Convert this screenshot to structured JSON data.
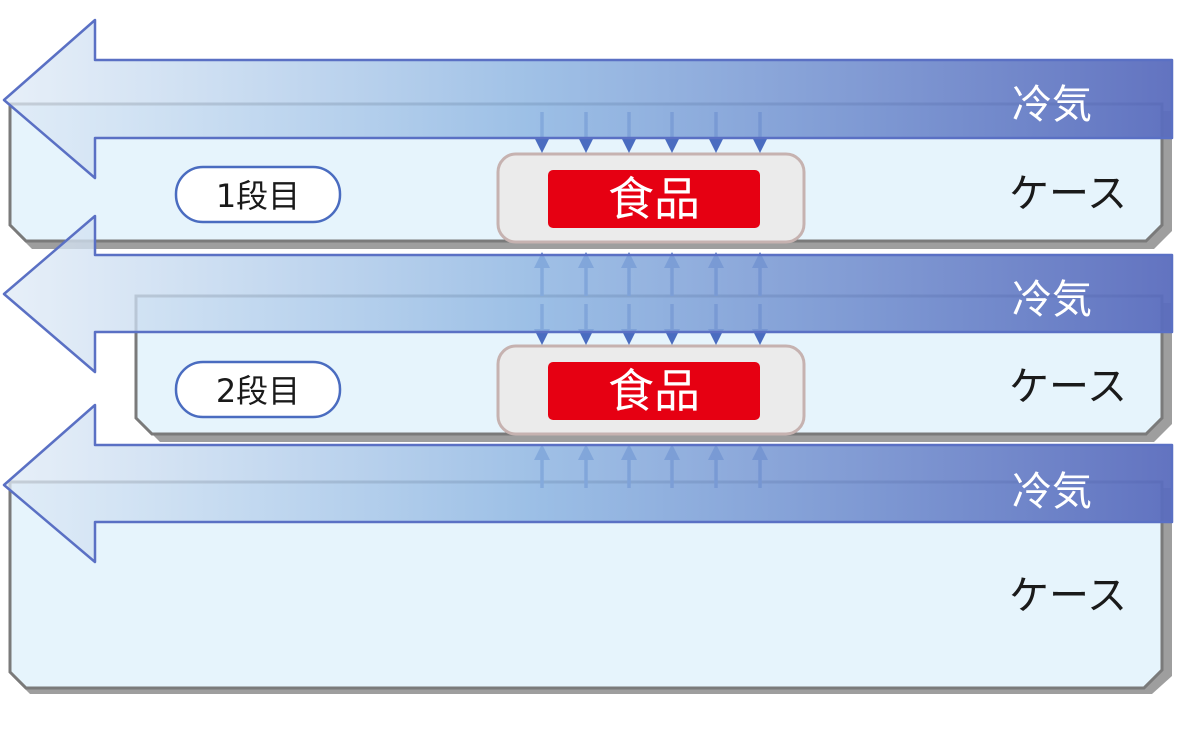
{
  "colors": {
    "case_fill": "#e6f4fc",
    "case_border": "#7a7a7a",
    "case_shadow": "#a6a6a6",
    "arrow_light": "#cfe2f3",
    "arrow_mid": "#8fb4e0",
    "arrow_dark": "#5c6fbd",
    "small_arrow": "#4a6cc0",
    "food_tray_fill": "#ebebeb",
    "food_tray_border": "#c4b0ae",
    "food_label_fill": "#e60012",
    "food_label_text": "#ffffff",
    "pill_border": "#4a6cc0",
    "text": "#1a1a1a"
  },
  "tiers": [
    {
      "label": "1段目",
      "case_label": "ケース",
      "airflow_label": "冷気",
      "food_label": "食品"
    },
    {
      "label": "2段目",
      "case_label": "ケース",
      "airflow_label": "冷気",
      "food_label": "食品"
    },
    {
      "case_label": "ケース",
      "airflow_label": "冷気"
    }
  ]
}
